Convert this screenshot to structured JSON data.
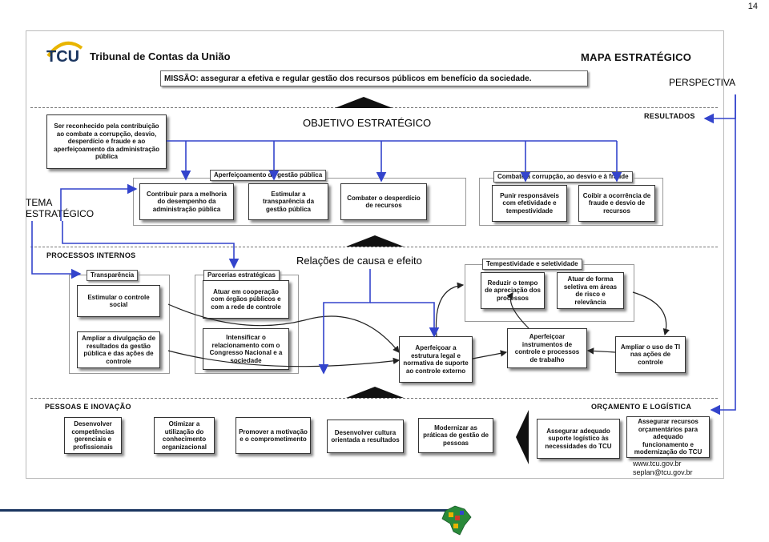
{
  "page_number": "14",
  "header": {
    "logo_text": "TCU",
    "org_name": "Tribunal de Contas da União",
    "map_title": "MAPA ESTRATÉGICO",
    "mission": "MISSÃO: assegurar a efetiva e regular gestão dos recursos públicos em benefício da sociedade."
  },
  "annotations": {
    "perspectiva": "PERSPECTIVA",
    "objetivo": "OBJETIVO ESTRATÉGICO",
    "tema_line1": "TEMA",
    "tema_line2": "ESTRATÉGICO",
    "relacoes": "Relações de causa e efeito"
  },
  "resultados": {
    "title": "RESULTADOS",
    "vision": "Ser reconhecido pela contribuição ao combate a corrupção, desvio, desperdício e fraude e ao aperfeiçoamento da administração pública",
    "themes": [
      "Aperfeiçoamento da gestão pública",
      "Combate à corrupção, ao desvio e à fraude"
    ],
    "objectives": [
      "Contribuir para a melhoria do desempenho da administração pública",
      "Estimular a transparência da gestão pública",
      "Combater o desperdício de recursos",
      "Punir responsáveis com efetividade e tempestividade",
      "Coibir a ocorrência de fraude e desvio de recursos"
    ]
  },
  "processos": {
    "title": "PROCESSOS INTERNOS",
    "themes": [
      "Transparência",
      "Parcerias estratégicas",
      "Tempestividade e seletividade"
    ],
    "objectives": [
      "Estimular o controle social",
      "Ampliar a divulgação de resultados da gestão pública e das ações de controle",
      "Atuar em cooperação com órgãos públicos e com a rede de controle",
      "Intensificar o relacionamento com o Congresso Nacional e a sociedade",
      "Reduzir o tempo de apreciação dos processos",
      "Atuar de forma seletiva em áreas de risco e relevância",
      "Aperfeiçoar a estrutura legal e normativa de suporte ao controle externo",
      "Aperfeiçoar instrumentos de controle e processos de trabalho",
      "Ampliar o uso de TI nas ações de controle"
    ]
  },
  "pessoas": {
    "title": "PESSOAS E INOVAÇÃO",
    "objectives": [
      "Desenvolver competências gerenciais e profissionais",
      "Otimizar a utilização do conhecimento organizacional",
      "Promover a motivação e o comprometimento",
      "Desenvolver cultura orientada a resultados",
      "Modernizar as práticas de gestão de pessoas"
    ]
  },
  "orcamento": {
    "title": "ORÇAMENTO E LOGÍSTICA",
    "objectives": [
      "Assegurar adequado suporte logístico às necessidades do TCU",
      "Assegurar recursos orçamentários para adequado funcionamento e modernização do TCU"
    ]
  },
  "footer": {
    "site": "www.tcu.gov.br",
    "email": "seplan@tcu.gov.br"
  },
  "colors": {
    "annotation_arrows": "#3344cc",
    "brand_blue": "#1a3560",
    "brand_yellow": "#e8b400"
  }
}
